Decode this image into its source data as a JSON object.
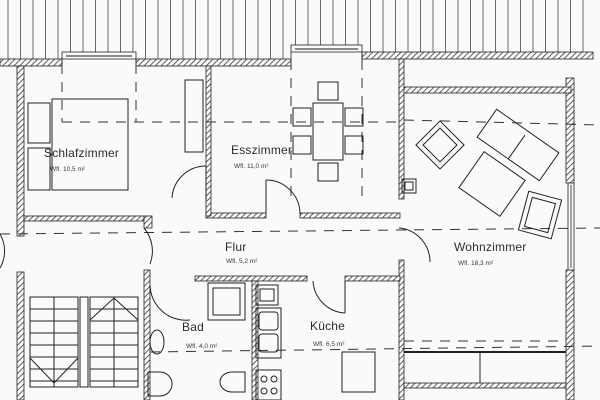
{
  "plan": {
    "type": "floor-plan",
    "area_prefix": "Wfl.",
    "area_unit": "m²",
    "colors": {
      "background": "#fbfaf8",
      "line": "#2a2a2a",
      "hatch": "#3a3a3a"
    },
    "rooms": [
      {
        "id": "schlafzimmer",
        "name": "Schlafzimmer",
        "area": "Wfl. 10,5 m²"
      },
      {
        "id": "esszimmer",
        "name": "Esszimmer",
        "area": "Wfl. 11,0 m²"
      },
      {
        "id": "wohnzimmer",
        "name": "Wohnzimmer",
        "area": "Wfl. 18,3 m²"
      },
      {
        "id": "flur",
        "name": "Flur",
        "area": "Wfl. 5,2 m²"
      },
      {
        "id": "bad",
        "name": "Bad",
        "area": "Wfl. 4,0 m²"
      },
      {
        "id": "kueche",
        "name": "Küche",
        "area": "Wfl. 6,5 m²"
      }
    ]
  }
}
